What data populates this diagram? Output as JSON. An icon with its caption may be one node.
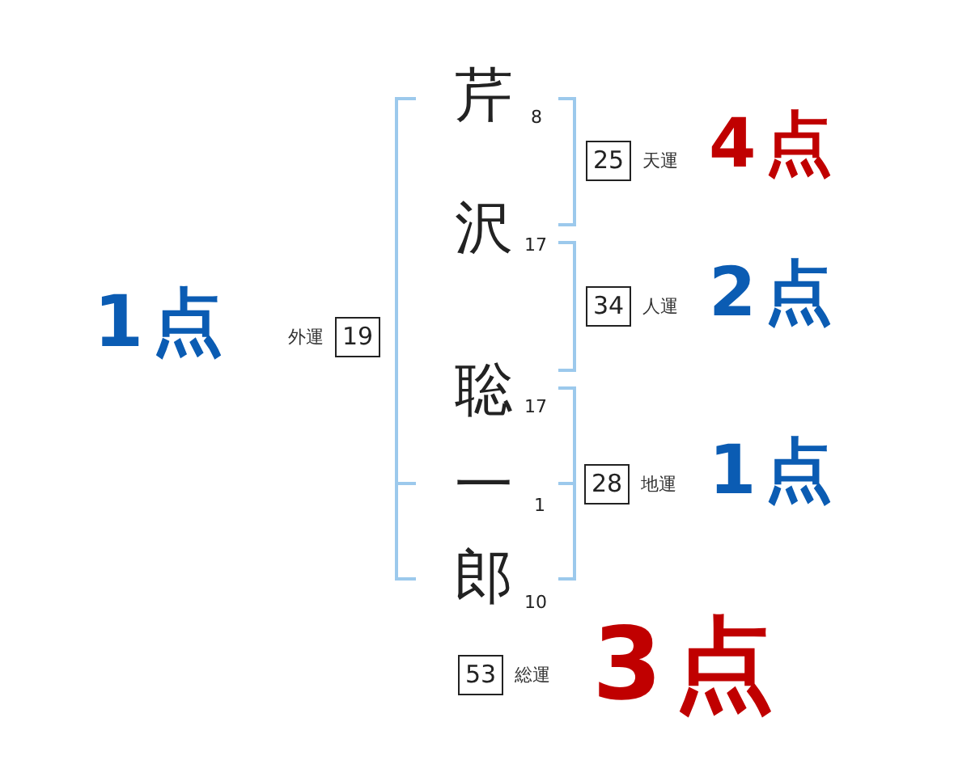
{
  "diagram": {
    "nodes": [
      {
        "text": [
          "25"
        ],
        "beside": [
          "天運"
        ]
      },
      {
        "text": [
          "34"
        ],
        "beside": [
          "人運"
        ]
      },
      {
        "text": [
          "19"
        ],
        "beside": [
          "外運"
        ]
      },
      {
        "text": [
          "28"
        ],
        "beside": [
          "地運"
        ]
      },
      {
        "text": [
          "53"
        ],
        "beside": [
          "総運"
        ]
      }
    ],
    "labels": [
      "芹",
      "8",
      "4点",
      "沢",
      "17",
      "2点",
      "1点",
      "聡",
      "17",
      "一",
      "1",
      "1点",
      "郎",
      "10",
      "3点"
    ]
  }
}
